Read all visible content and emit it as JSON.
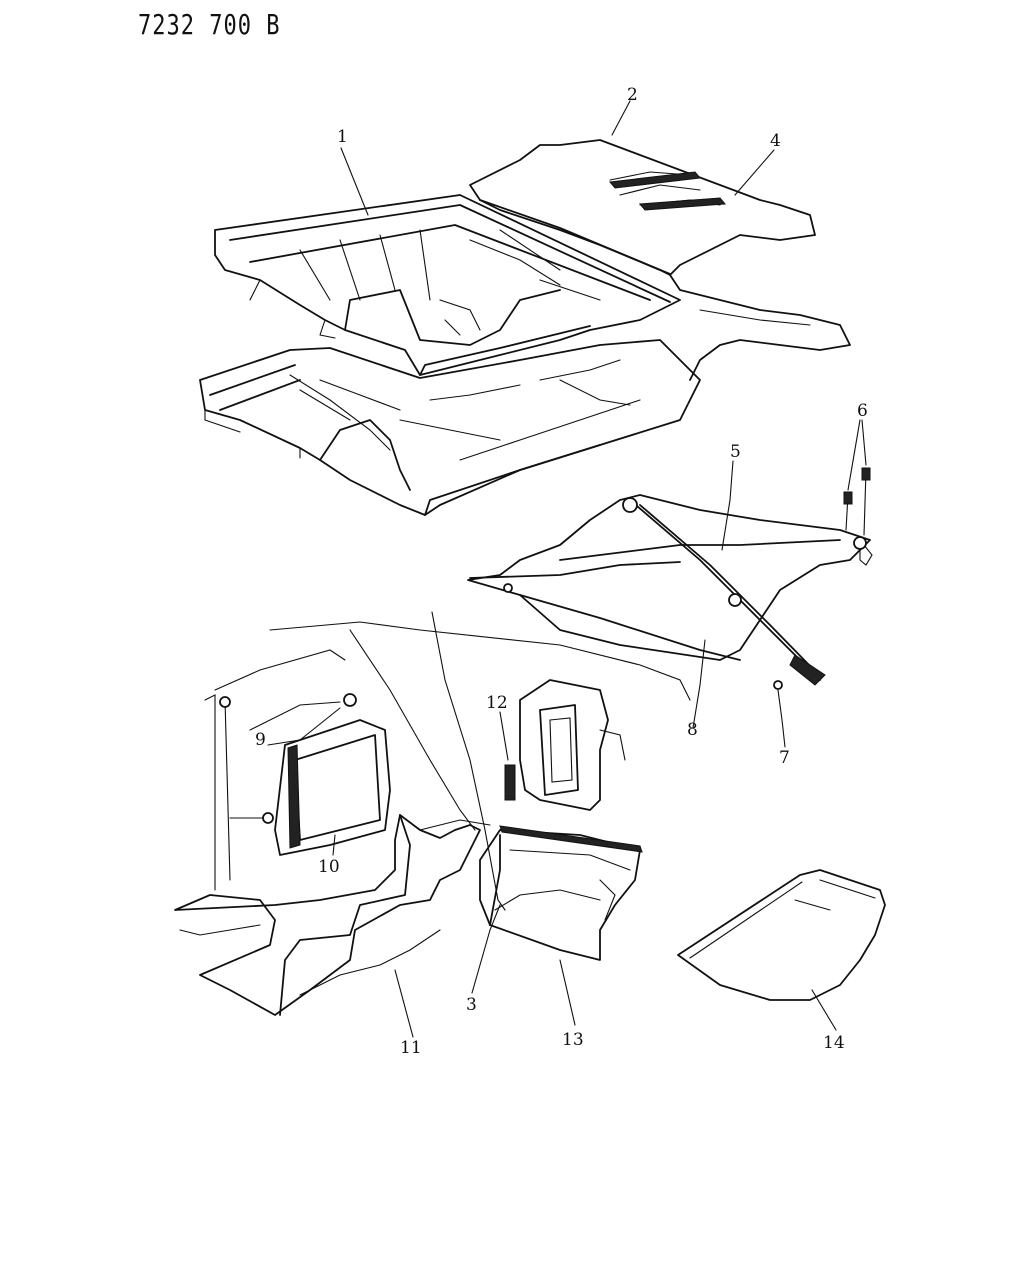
{
  "diagram": {
    "drawing_number": "7232 700 B",
    "callouts": [
      "1",
      "2",
      "3",
      "4",
      "5",
      "6",
      "7",
      "8",
      "9",
      "10",
      "11",
      "12",
      "13",
      "14"
    ]
  }
}
